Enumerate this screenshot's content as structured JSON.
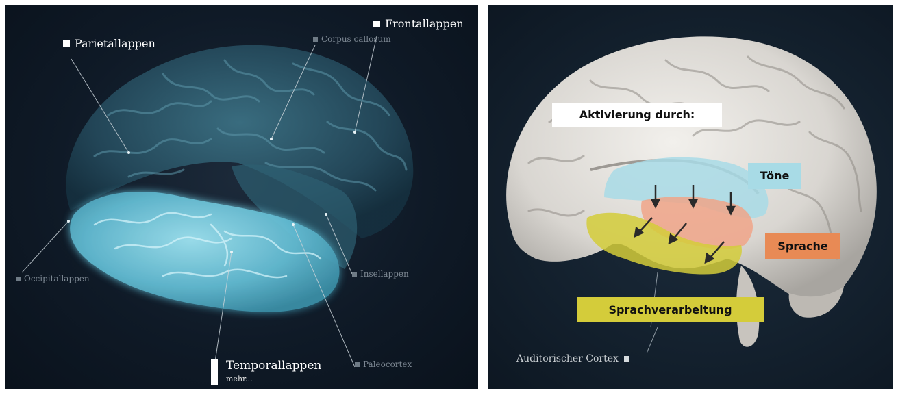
{
  "left_panel": {
    "labels": {
      "parietal": "Parietallappen",
      "frontal": "Frontallappen",
      "corpus": "Corpus callosum",
      "occipital": "Occipitallappen",
      "insel": "Insellappen",
      "temporal": "Temporallappen",
      "more": "mehr...",
      "paleo": "Paleocortex"
    }
  },
  "right_panel": {
    "heading": "Aktivierung durch:",
    "toene": "Töne",
    "sprache": "Sprache",
    "sprachverarbeitung": "Sprachverarbeitung",
    "auditory": "Auditorischer Cortex"
  },
  "colors": {
    "toene": "#a8dbe6",
    "sprache": "#e88a55",
    "sprachverarbeitung": "#d4cc3a",
    "brain_blue": "#2f5f73",
    "temporal_glow": "#7fd3e6"
  }
}
